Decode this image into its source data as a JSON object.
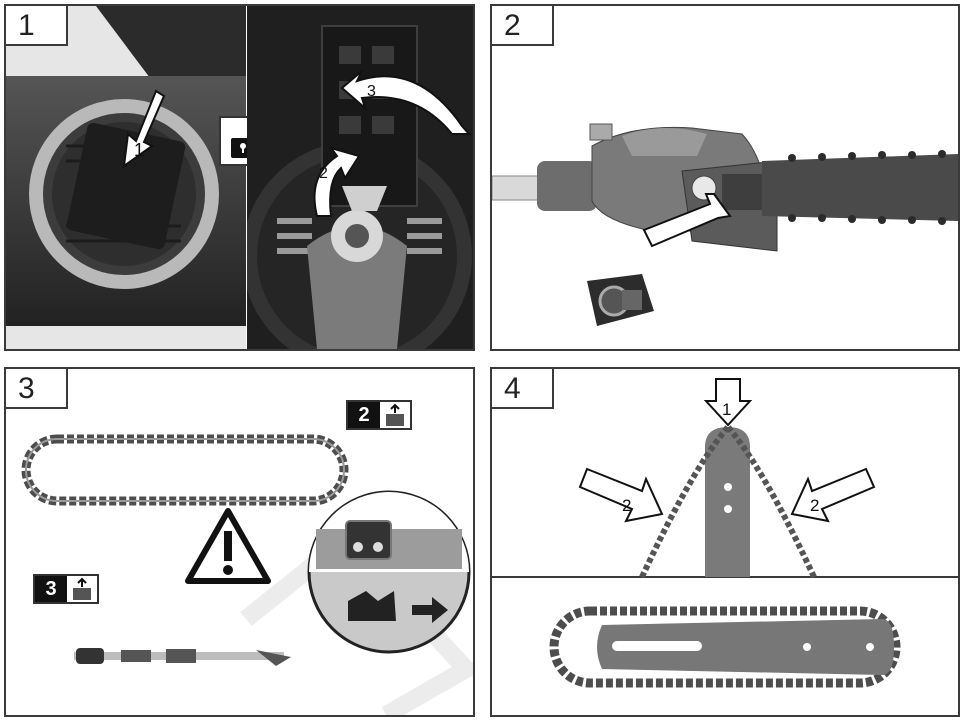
{
  "panels": [
    {
      "number": "1"
    },
    {
      "number": "2"
    },
    {
      "number": "3"
    },
    {
      "number": "4"
    }
  ],
  "step1": {
    "arrow_labels": [
      "1",
      "2",
      "3"
    ]
  },
  "step3": {
    "badge_top": "2",
    "badge_bottom": "3"
  },
  "step4": {
    "arrow_labels": [
      "1",
      "2",
      "2"
    ]
  },
  "colors": {
    "border": "#3a3a3a",
    "photo_dark": "#2a2a2a",
    "bar_gray": "#777777",
    "chain_gray": "#555555"
  }
}
